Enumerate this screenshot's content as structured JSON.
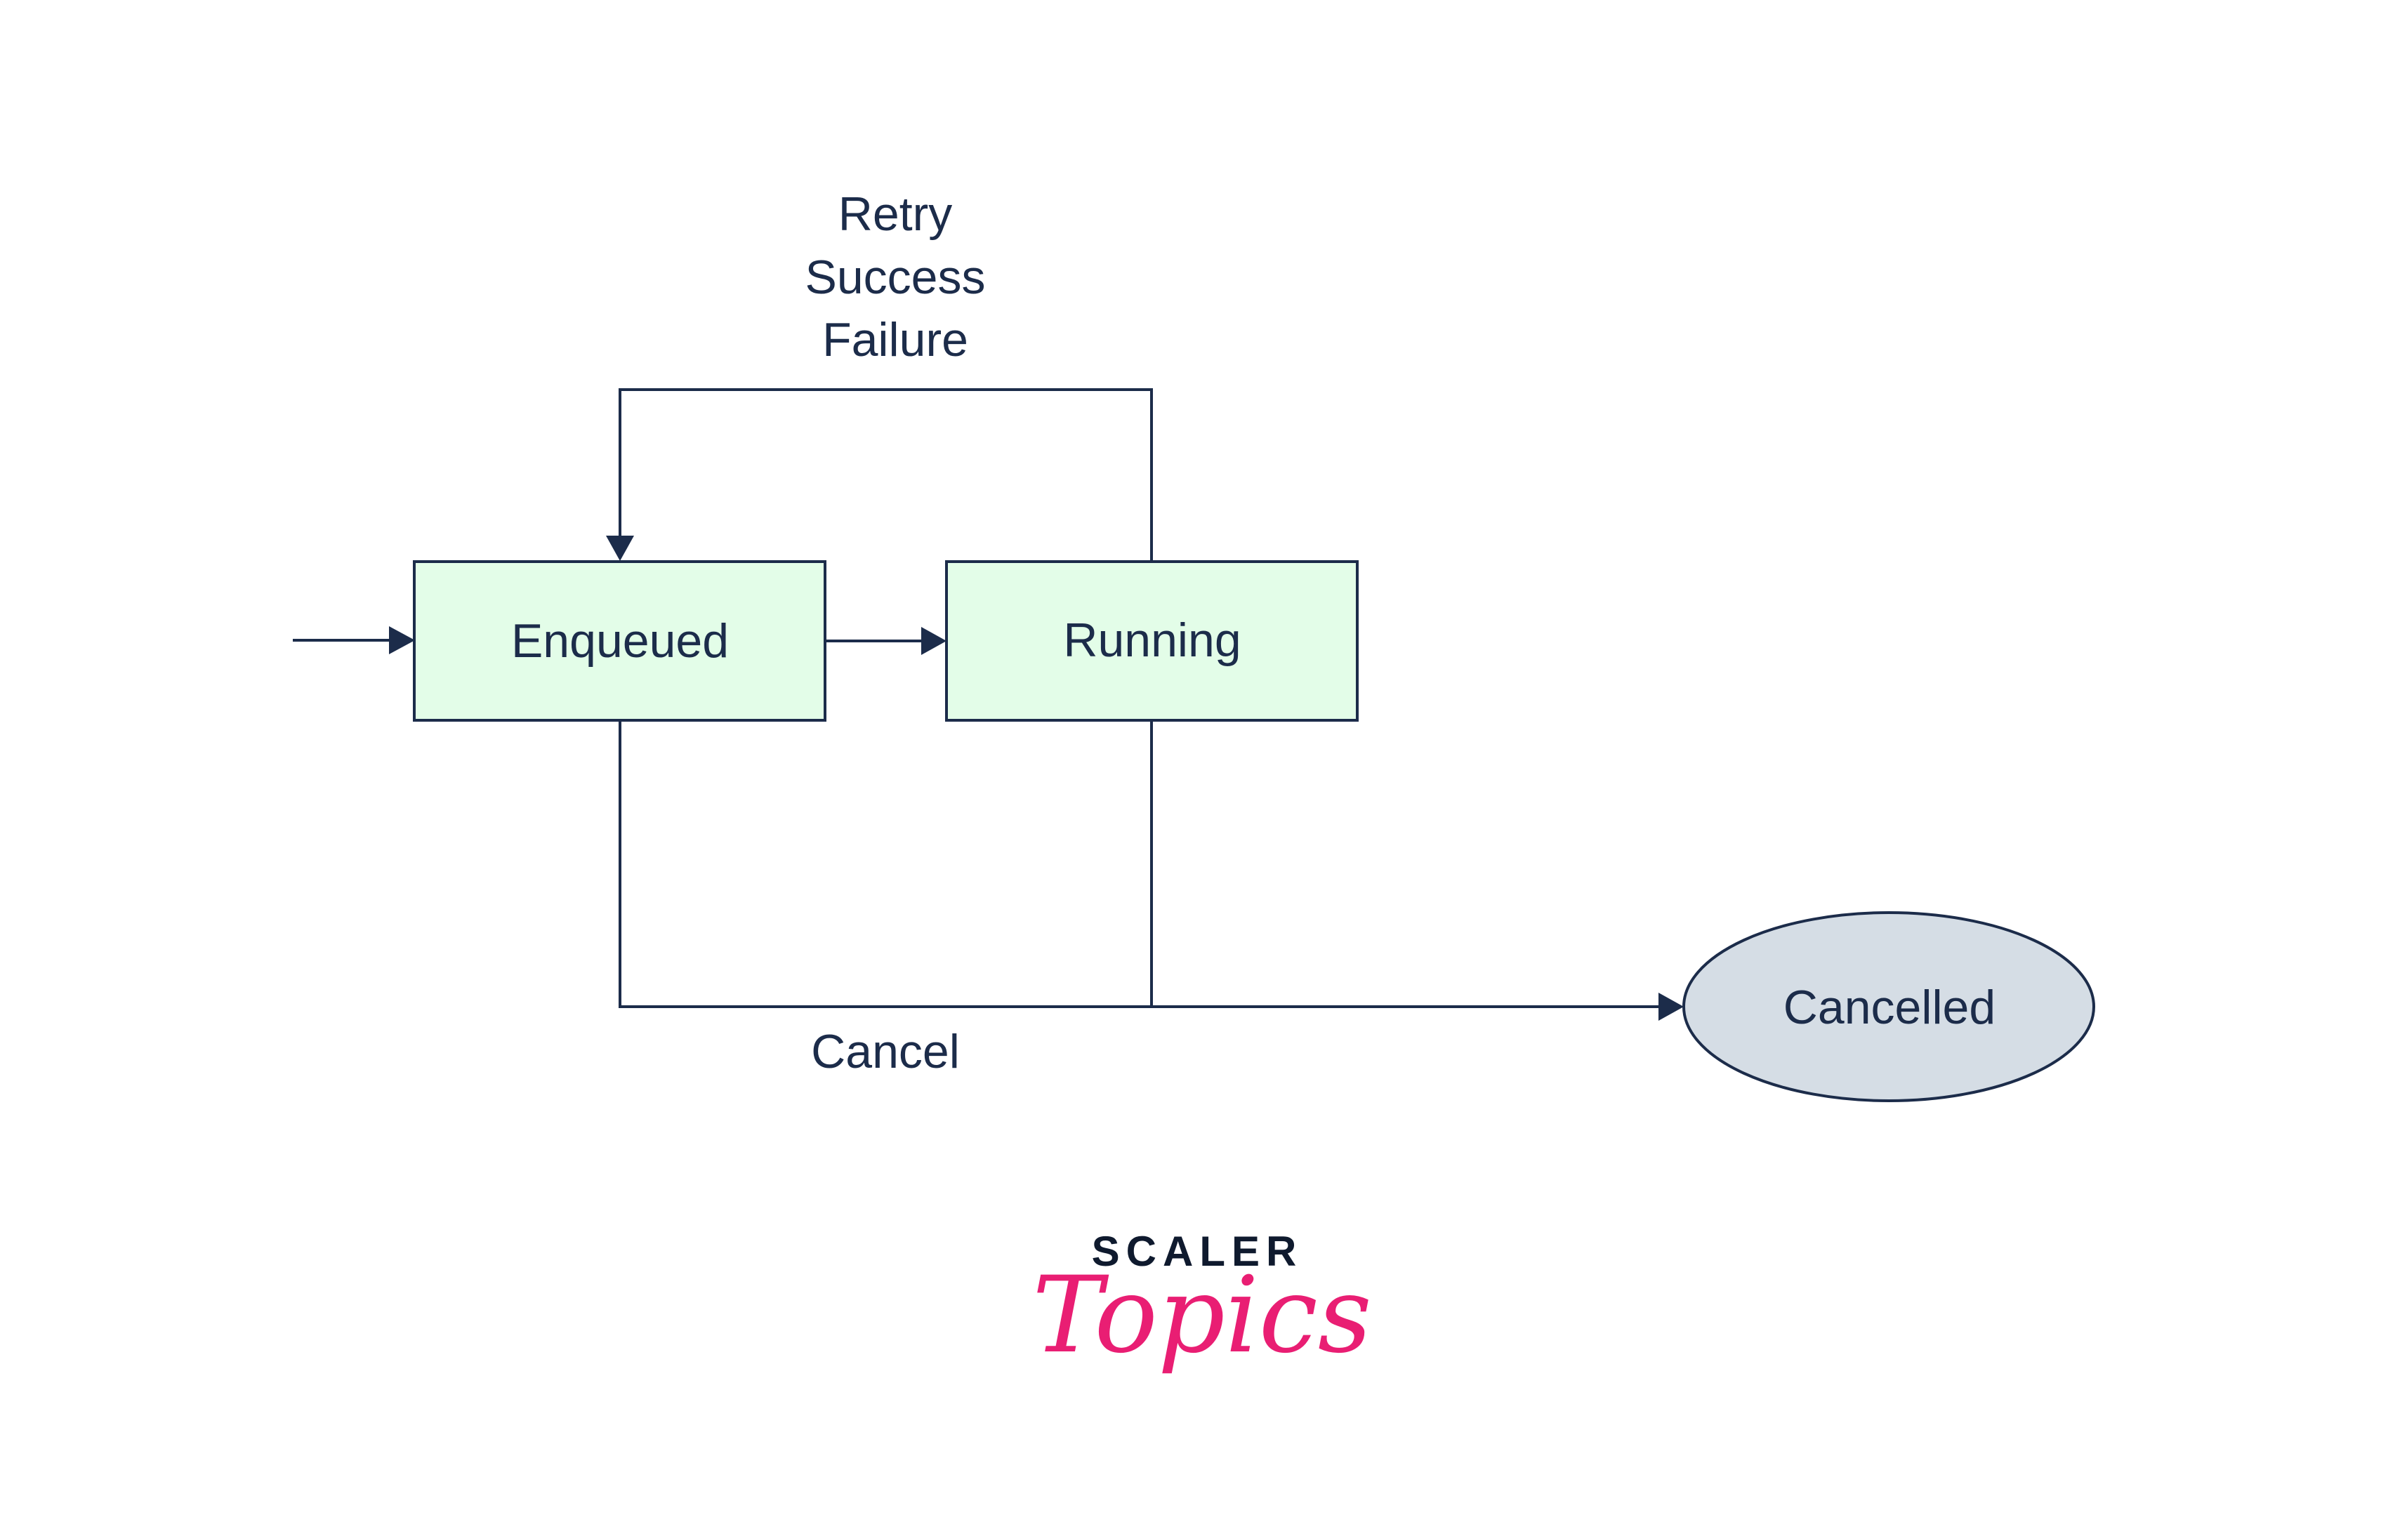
{
  "diagram": {
    "title": "Job state transitions",
    "colors": {
      "stroke": "#1c2c4a",
      "state_fill": "#e3fde8",
      "terminal_fill": "#d5dde5",
      "text": "#1c2c4a",
      "logo_dark": "#0f1a2e",
      "logo_accent": "#e91e73"
    },
    "nodes": [
      {
        "id": "enqueued",
        "label": "Enqueued",
        "shape": "rectangle"
      },
      {
        "id": "running",
        "label": "Running",
        "shape": "rectangle"
      },
      {
        "id": "cancelled",
        "label": "Cancelled",
        "shape": "ellipse"
      }
    ],
    "edges": [
      {
        "from": "start",
        "to": "enqueued",
        "label": ""
      },
      {
        "from": "enqueued",
        "to": "running",
        "label": ""
      },
      {
        "from": "running",
        "to": "enqueued",
        "label_lines": [
          "Retry",
          "Success",
          "Failure"
        ]
      },
      {
        "from": "enqueued",
        "to": "cancelled",
        "label": "Cancel"
      },
      {
        "from": "running",
        "to": "cancelled",
        "label": "Cancel"
      }
    ],
    "labels": {
      "loop_line_1": "Retry",
      "loop_line_2": "Success",
      "loop_line_3": "Failure",
      "cancel": "Cancel"
    }
  },
  "logo": {
    "brand": "SCALER",
    "sub": "Topics"
  }
}
